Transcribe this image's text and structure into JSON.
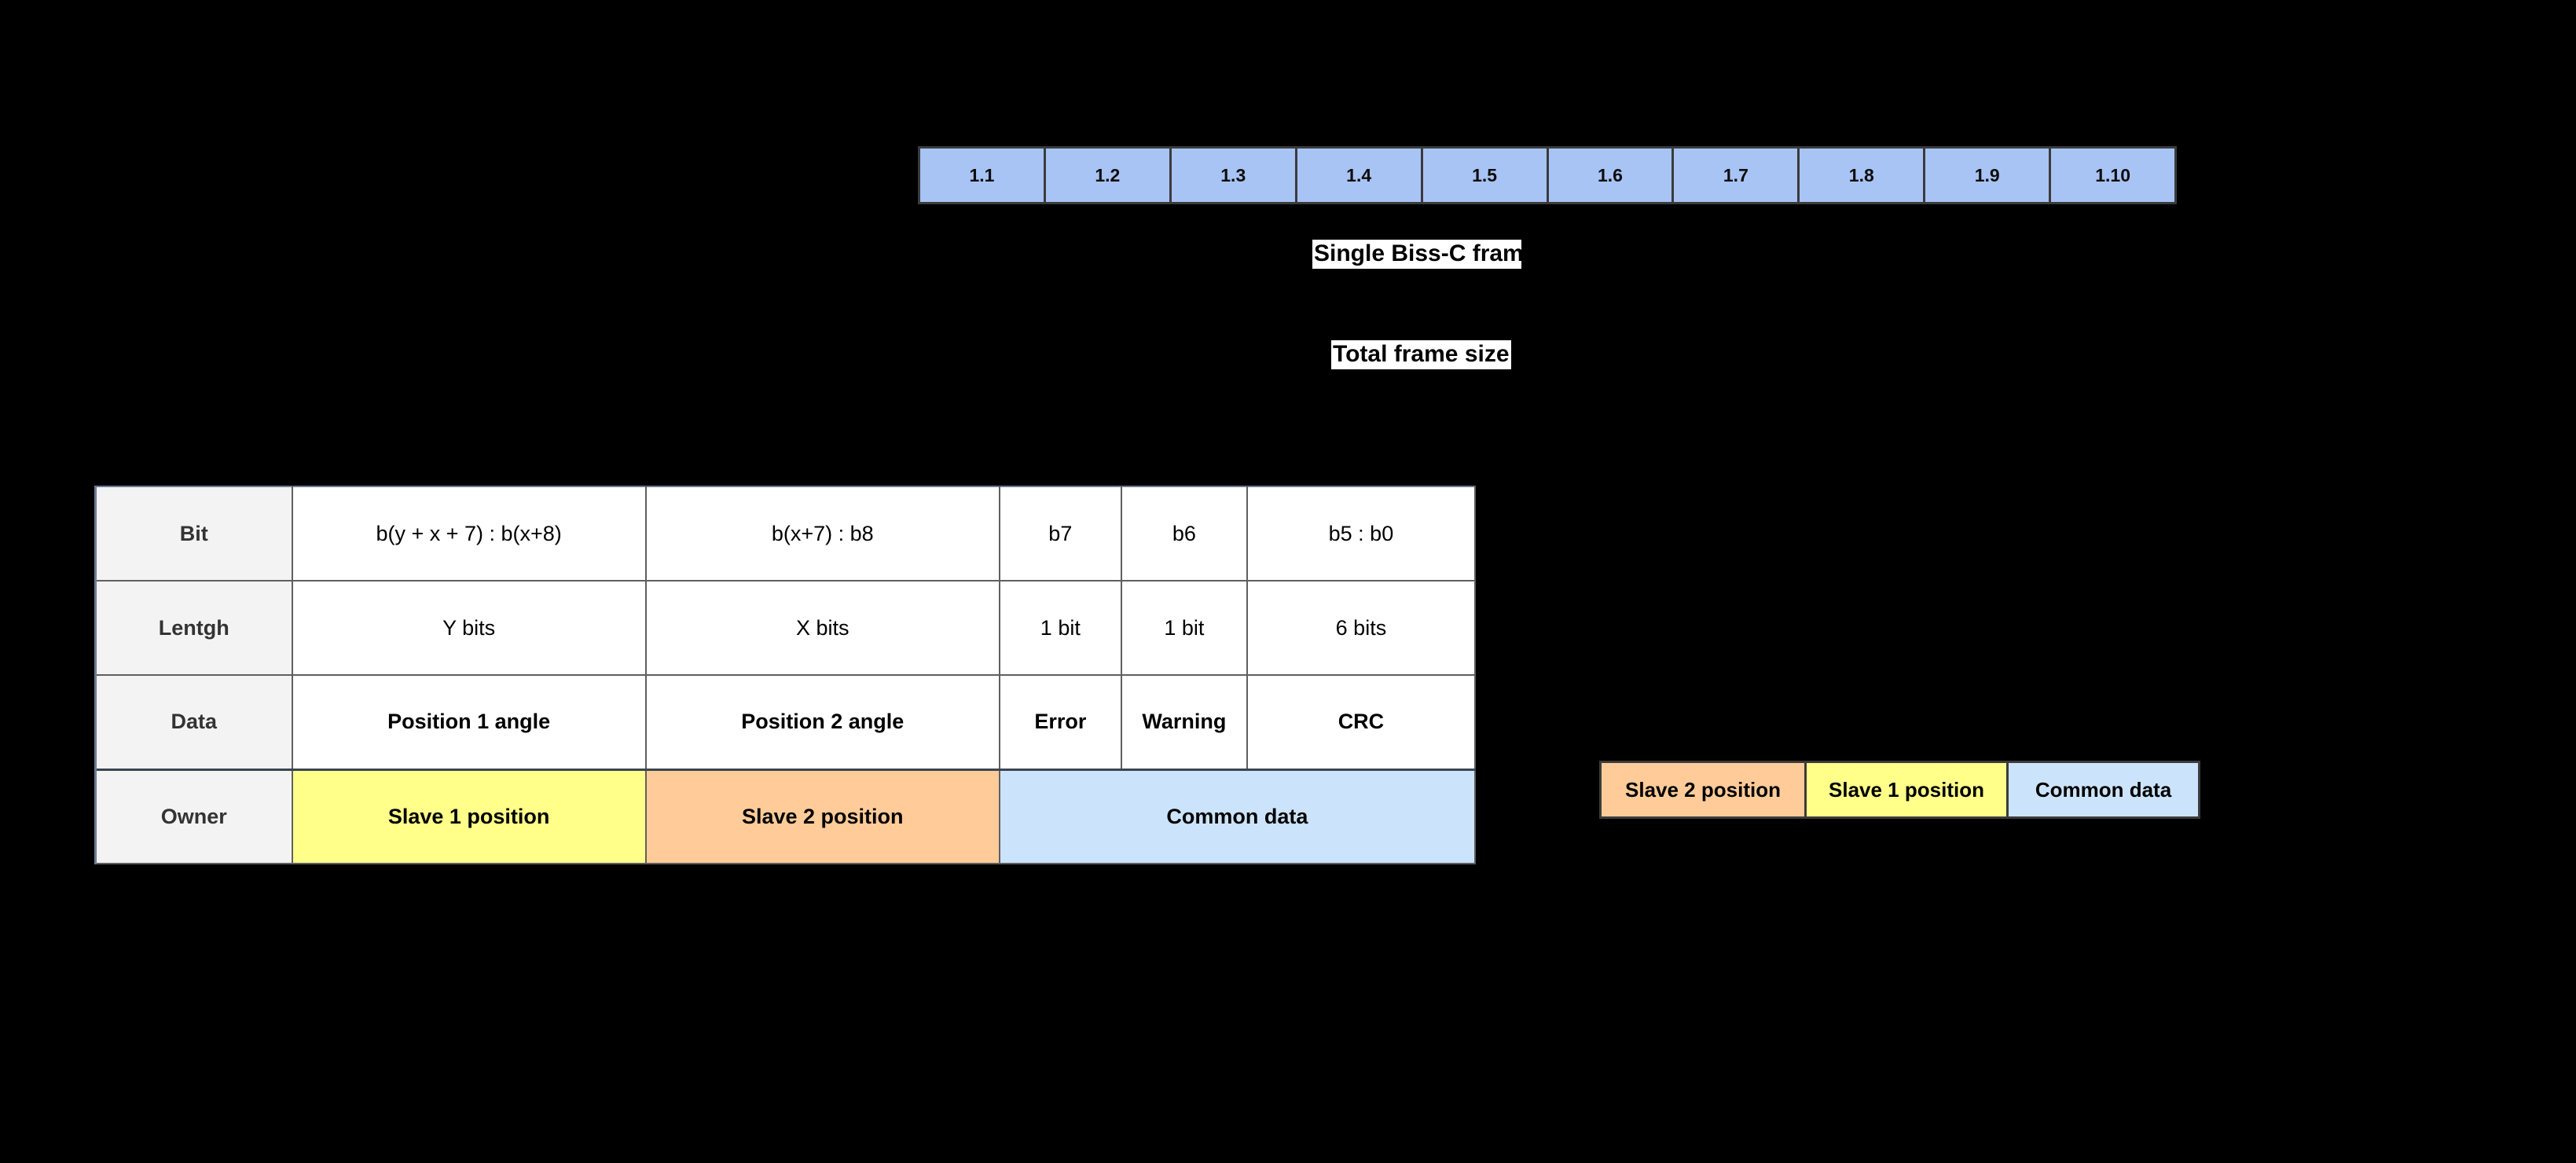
{
  "frame_strip": {
    "cells": [
      {
        "label": "1.1"
      },
      {
        "label": "1.2"
      },
      {
        "label": "1.3"
      },
      {
        "label": "1.4"
      },
      {
        "label": "1.5"
      },
      {
        "label": "1.6"
      },
      {
        "label": "1.7"
      },
      {
        "label": "1.8"
      },
      {
        "label": "1.9"
      },
      {
        "label": "1.10"
      }
    ],
    "fill_color": "#a8c4f5",
    "border_color": "#3b3b3b"
  },
  "annotations": {
    "single_frame_label": "Single Biss-C frame",
    "total_frame_label": "Total frame size"
  },
  "main_table": {
    "row_headers": [
      "Bit",
      "Lentgh",
      "Data",
      "Owner"
    ],
    "rows": {
      "bit": {
        "header": "Bit",
        "cells": [
          "b(y + x + 7) : b(x+8)",
          "b(x+7) : b8",
          "b7",
          "b6",
          "b5 : b0"
        ]
      },
      "length": {
        "header": "Lentgh",
        "cells": [
          "Y bits",
          "X bits",
          "1 bit",
          "1 bit",
          "6 bits"
        ]
      },
      "data": {
        "header": "Data",
        "cells": [
          "Position 1 angle",
          "Position 2 angle",
          "Error",
          "Warning",
          "CRC"
        ]
      },
      "owner": {
        "header": "Owner",
        "cells": [
          "Slave 1 position",
          "Slave 2 position",
          "Common data"
        ]
      }
    },
    "colors": {
      "slave1": "#ffff8a",
      "slave2": "#ffcc99",
      "common": "#cce4fb",
      "row_header_bg": "#f3f3f3",
      "grid": "#5f5f5f"
    }
  },
  "legend": {
    "items": [
      {
        "label": "Slave 2 position",
        "color": "#ffcc99"
      },
      {
        "label": "Slave 1 position",
        "color": "#ffff8a"
      },
      {
        "label": "Common data",
        "color": "#cce4fb"
      }
    ]
  }
}
